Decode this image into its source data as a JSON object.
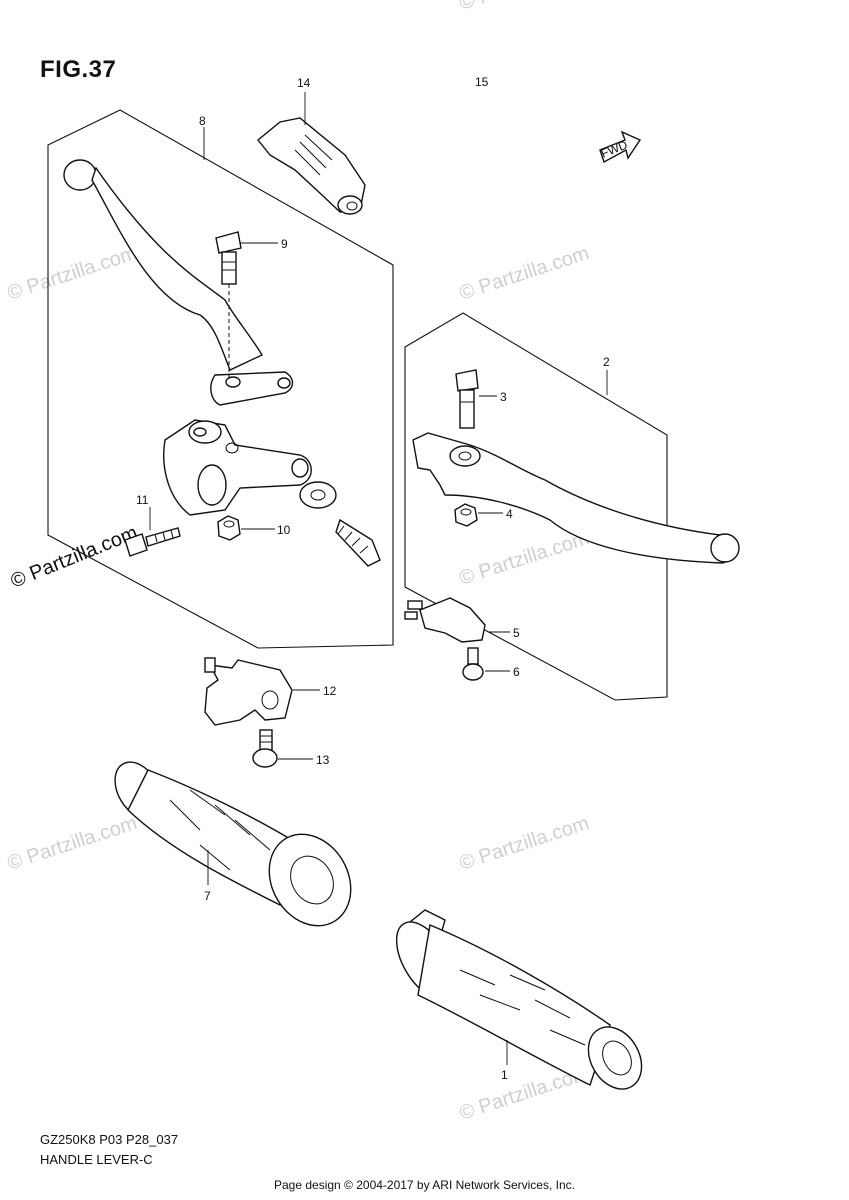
{
  "figure": {
    "title": "FIG.37",
    "code": "GZ250K8 P03 P28_037",
    "caption": "HANDLE LEVER-C"
  },
  "callouts": {
    "c1": "1",
    "c2": "2",
    "c3": "3",
    "c4": "4",
    "c5": "5",
    "c6": "6",
    "c7": "7",
    "c8": "8",
    "c9": "9",
    "c10": "10",
    "c11": "11",
    "c12": "12",
    "c13": "13",
    "c14": "14",
    "c15": "15"
  },
  "fwd_label": "FWD",
  "watermark": {
    "text": "© Partzilla.com",
    "text_short": "Partzilla.com"
  },
  "footer": "Page design © 2004-2017 by ARI Network Services, Inc."
}
